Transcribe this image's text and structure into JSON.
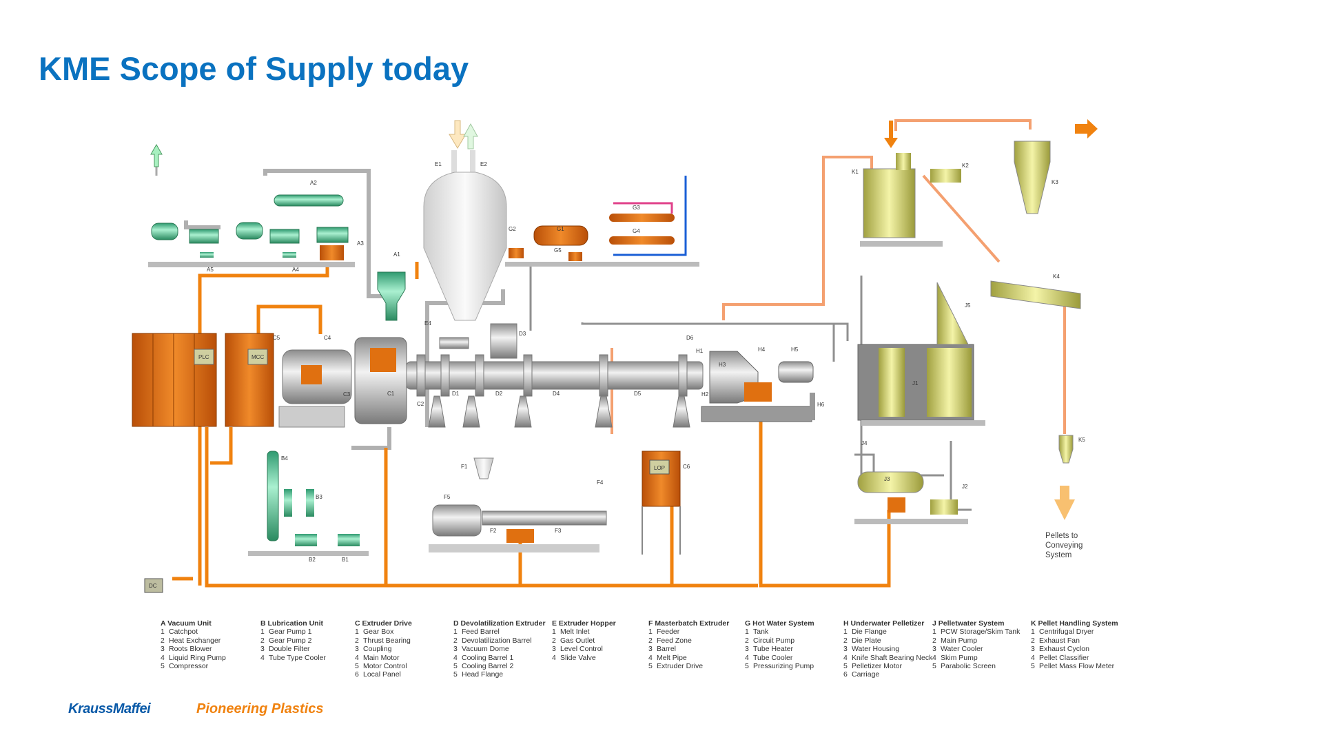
{
  "title": "KME Scope of Supply today",
  "colors": {
    "title": "#0a72c0",
    "orange": "#f0820f",
    "green": "#5fd0a0",
    "yellow": "#e6e68a",
    "grey": "#b8b8b8",
    "blue": "#1a5fd6"
  },
  "diagram": {
    "labels": {
      "A1": "A1",
      "A2": "A2",
      "A3": "A3",
      "A4": "A4",
      "A5": "A5",
      "B1": "B1",
      "B2": "B2",
      "B3": "B3",
      "B4": "B4",
      "C1": "C1",
      "C2": "C2",
      "C3": "C3",
      "C4": "C4",
      "C5": "C5",
      "C6": "C6",
      "D1": "D1",
      "D2": "D2",
      "D3": "D3",
      "D4": "D4",
      "D5": "D5",
      "D6": "D6",
      "E1": "E1",
      "E2": "E2",
      "E4": "E4",
      "F1": "F1",
      "F2": "F2",
      "F3": "F3",
      "F4": "F4",
      "F5": "F5",
      "G1": "G1",
      "G2": "G2",
      "G3": "G3",
      "G4": "G4",
      "G5": "G5",
      "H1": "H1",
      "H2": "H2",
      "H3": "H3",
      "H4": "H4",
      "H5": "H5",
      "H6": "H6",
      "J1": "J1",
      "J2": "J2",
      "J3": "J3",
      "J4": "J4",
      "J5": "J5",
      "K1": "K1",
      "K2": "K2",
      "K3": "K3",
      "K4": "K4",
      "K5": "K5"
    },
    "panels": {
      "plc": "PLC",
      "mcc": "MCC",
      "lop": "LOP",
      "dc": "DC"
    },
    "pellets_note": "Pellets to Conveying System"
  },
  "legend": [
    {
      "heading": "A  Vacuum Unit",
      "items": [
        "Catchpot",
        "Heat Exchanger",
        "Roots Blower",
        "Liquid Ring Pump",
        "Compressor"
      ],
      "nums": [
        "1",
        "2",
        "3",
        "4",
        "5"
      ]
    },
    {
      "heading": "B  Lubrication Unit",
      "items": [
        "Gear Pump 1",
        "Gear Pump 2",
        "Double Filter",
        "Tube Type Cooler"
      ],
      "nums": [
        "1",
        "2",
        "3",
        "4"
      ]
    },
    {
      "heading": "C  Extruder Drive",
      "items": [
        "Gear Box",
        "Thrust Bearing",
        "Coupling",
        "Main Motor",
        "Motor Control",
        "Local Panel"
      ],
      "nums": [
        "1",
        "2",
        "3",
        "4",
        "5",
        "6"
      ]
    },
    {
      "heading": "D  Devolatilization Extruder",
      "items": [
        "Feed Barrel",
        "Devolatilization Barrel",
        "Vacuum Dome",
        "Cooling Barrel 1",
        "Cooling Barrel 2",
        "Head Flange"
      ],
      "nums": [
        "1",
        "2",
        "3",
        "4",
        "5",
        "5"
      ]
    },
    {
      "heading": "E  Extruder Hopper",
      "items": [
        "Melt Inlet",
        "Gas Outlet",
        "Level Control",
        "Slide Valve"
      ],
      "nums": [
        "1",
        "2",
        "3",
        "4"
      ]
    },
    {
      "heading": "F  Masterbatch Extruder",
      "items": [
        "Feeder",
        "Feed Zone",
        "Barrel",
        "Melt Pipe",
        "Extruder Drive"
      ],
      "nums": [
        "1",
        "2",
        "3",
        "4",
        "5"
      ]
    },
    {
      "heading": "G  Hot Water System",
      "items": [
        "Tank",
        "Circuit Pump",
        "Tube Heater",
        "Tube Cooler",
        "Pressurizing Pump"
      ],
      "nums": [
        "1",
        "2",
        "3",
        "4",
        "5"
      ]
    },
    {
      "heading": "H  Underwater Pelletizer",
      "items": [
        "Die Flange",
        "Die Plate",
        "Water Housing",
        "Knife Shaft Bearing Neck",
        "Pelletizer Motor",
        "Carriage"
      ],
      "nums": [
        "1",
        "2",
        "3",
        "4",
        "5",
        "6"
      ]
    },
    {
      "heading": "J  Pelletwater System",
      "items": [
        "PCW Storage/Skim Tank",
        "Main Pump",
        "Water Cooler",
        "Skim Pump",
        "Parabolic Screen"
      ],
      "nums": [
        "1",
        "2",
        "3",
        "4",
        "5"
      ]
    },
    {
      "heading": "K  Pellet Handling System",
      "items": [
        "Centrifugal Dryer",
        "Exhaust Fan",
        "Exhaust Cyclon",
        "Pellet Classifier",
        "Pellet Mass Flow Meter"
      ],
      "nums": [
        "1",
        "2",
        "3",
        "4",
        "5"
      ]
    }
  ],
  "footer": {
    "logo": "KraussMaffei",
    "tagline": "Pioneering Plastics"
  }
}
